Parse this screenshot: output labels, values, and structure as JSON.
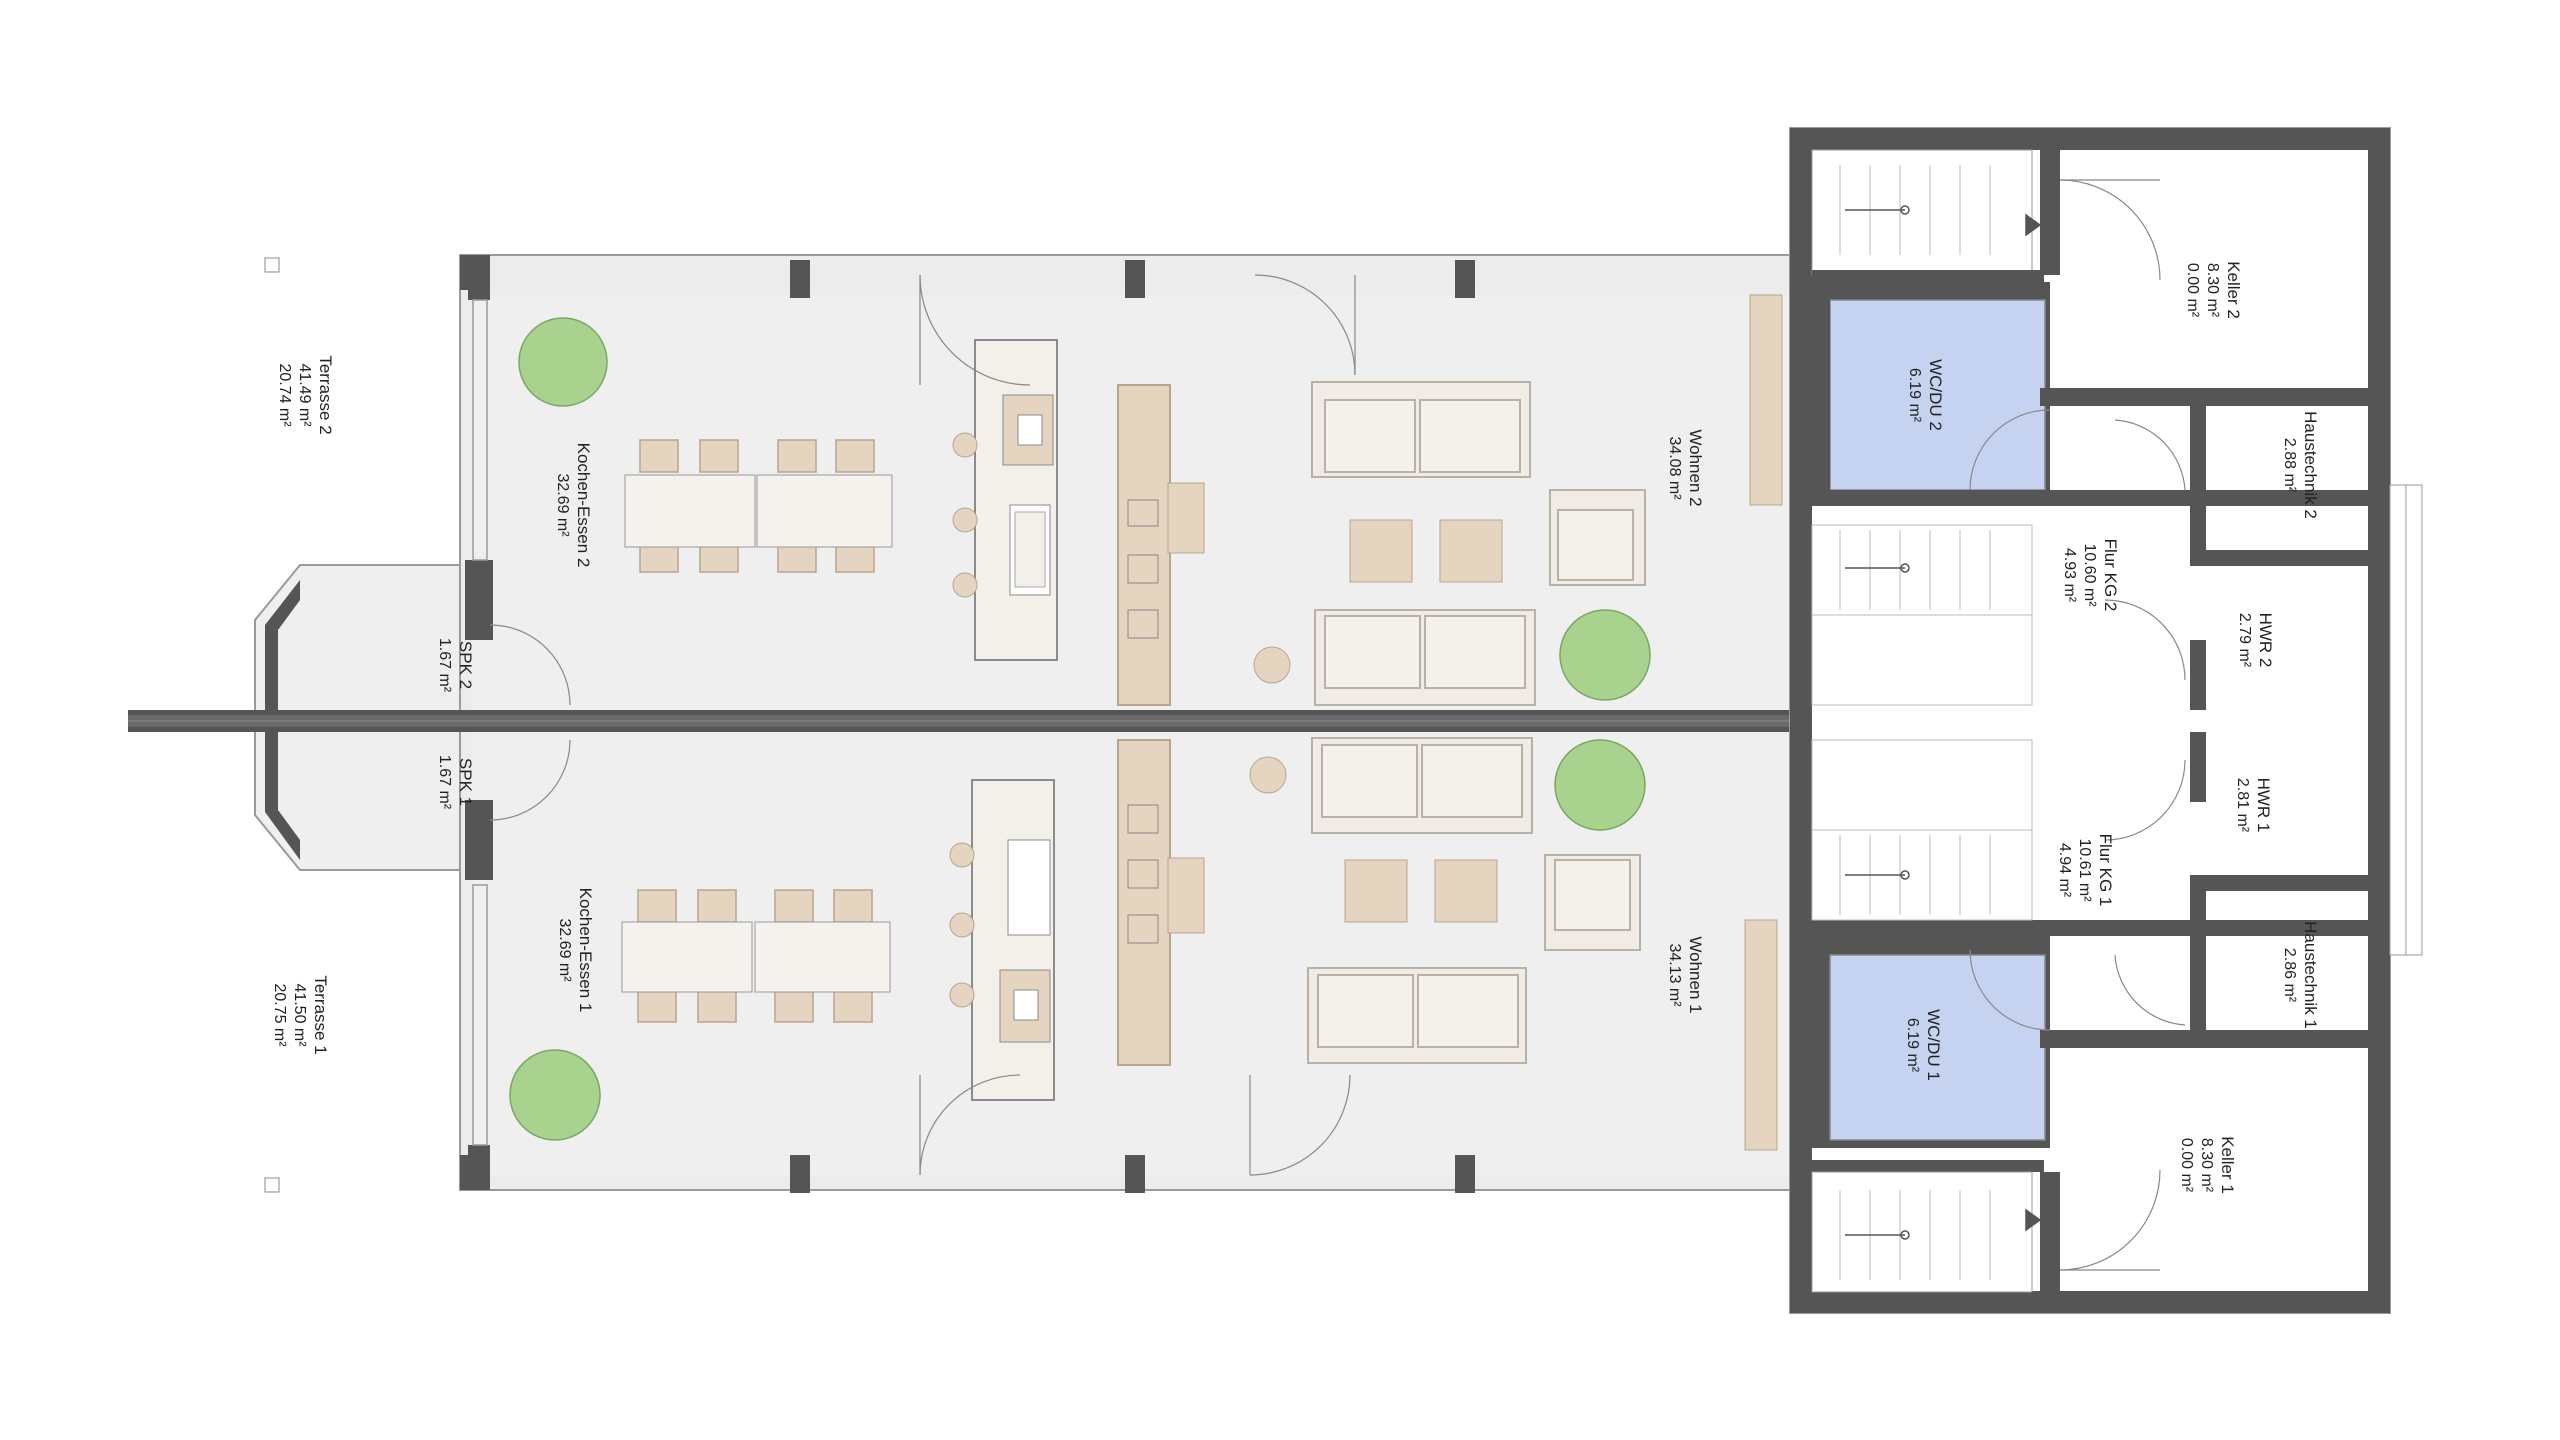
{
  "rooms": {
    "terrasse2": {
      "name": "Terrasse 2",
      "a1": "41.49 m²",
      "a2": "20.74 m²"
    },
    "terrasse1": {
      "name": "Terrasse 1",
      "a1": "41.50 m²",
      "a2": "20.75 m²"
    },
    "kochen2": {
      "name": "Kochen-Essen 2",
      "a1": "32.69 m²"
    },
    "kochen1": {
      "name": "Kochen-Essen 1",
      "a1": "32.69 m²"
    },
    "wohnen2": {
      "name": "Wohnen 2",
      "a1": "34.08 m²"
    },
    "wohnen1": {
      "name": "Wohnen 1",
      "a1": "34.13 m²"
    },
    "spk2": {
      "name": "SPK 2",
      "a1": "1.67 m²"
    },
    "spk1": {
      "name": "SPK 1",
      "a1": "1.67 m²"
    },
    "wcdu2": {
      "name": "WC/DU 2",
      "a1": "6.19 m²"
    },
    "wcdu1": {
      "name": "WC/DU 1",
      "a1": "6.19 m²"
    },
    "keller2": {
      "name": "Keller 2",
      "a1": "8.30 m²",
      "a2": "0.00 m²"
    },
    "keller1": {
      "name": "Keller 1",
      "a1": "8.30 m²",
      "a2": "0.00 m²"
    },
    "haustechnik2": {
      "name": "Haustechnik 2",
      "a1": "2.88 m²"
    },
    "haustechnik1": {
      "name": "Haustechnik 1",
      "a1": "2.86 m²"
    },
    "flurkg2": {
      "name": "Flur KG 2",
      "a1": "10.60 m²",
      "a2": "4.93 m²"
    },
    "flurkg1": {
      "name": "Flur KG 1",
      "a1": "10.61 m²",
      "a2": "4.94 m²"
    },
    "hwr2": {
      "name": "HWR 2",
      "a1": "2.79 m²"
    },
    "hwr1": {
      "name": "HWR 1",
      "a1": "2.81 m²"
    }
  },
  "colors": {
    "wall": "#555555",
    "floor": "#ededed",
    "wet_room": "#c5d3f1",
    "wood": "#e4d4c0",
    "sofa": "#f0ebe5",
    "plant": "#a9d28f"
  }
}
